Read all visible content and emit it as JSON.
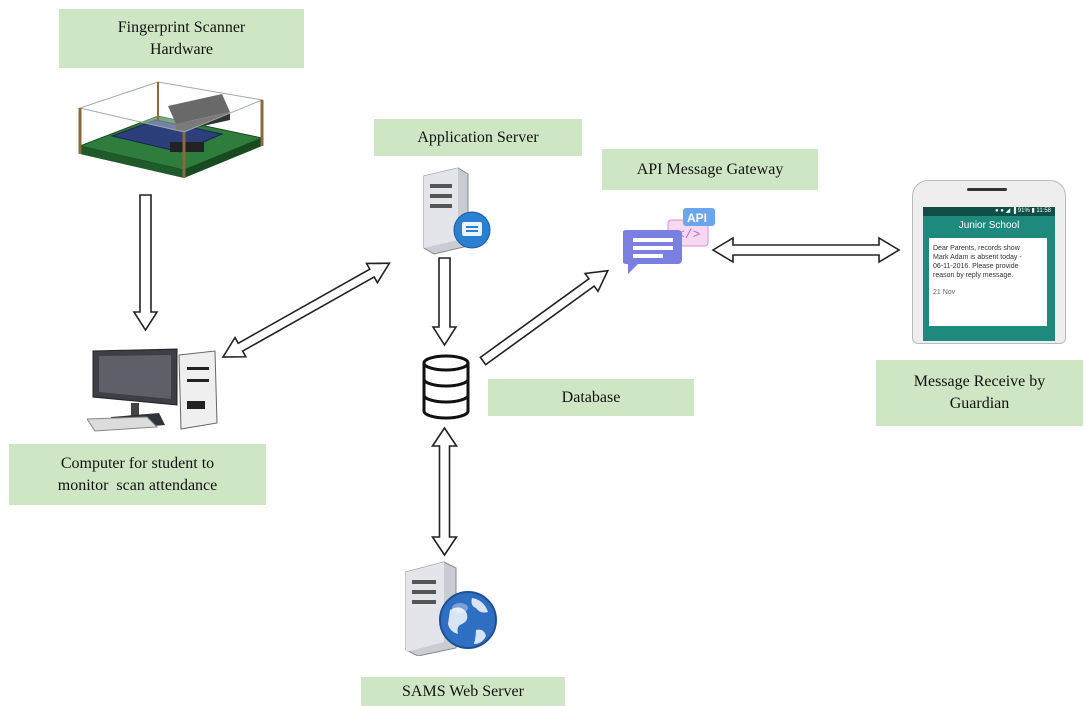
{
  "labels": {
    "fingerprint": [
      "Fingerprint Scanner",
      "Hardware"
    ],
    "app_server": "Application Server",
    "api_gateway": "API Message Gateway",
    "database": "Database",
    "computer": [
      "Computer for student to",
      "monitor  scan attendance"
    ],
    "guardian": [
      "Message Receive by",
      "Guardian"
    ],
    "web_server": "SAMS Web Server"
  },
  "phone": {
    "status": "● ● ◢ ▐ 91% ▮ 11:58",
    "header": "Junior School",
    "message": [
      "Dear Parents, records show",
      "Mark Adam is absent today -",
      "06-11-2016. Please provide",
      "reason by reply message."
    ],
    "date": "21 Nov"
  },
  "api_badge": "API",
  "colors": {
    "label_bg": "#cfe6c4",
    "accent": "#1e8a7e",
    "api": "#7a7fe0"
  },
  "icons": [
    "fingerprint-scanner-icon",
    "computer-icon",
    "application-server-icon",
    "database-icon",
    "api-chat-icon",
    "smartphone-icon",
    "web-server-globe-icon"
  ]
}
